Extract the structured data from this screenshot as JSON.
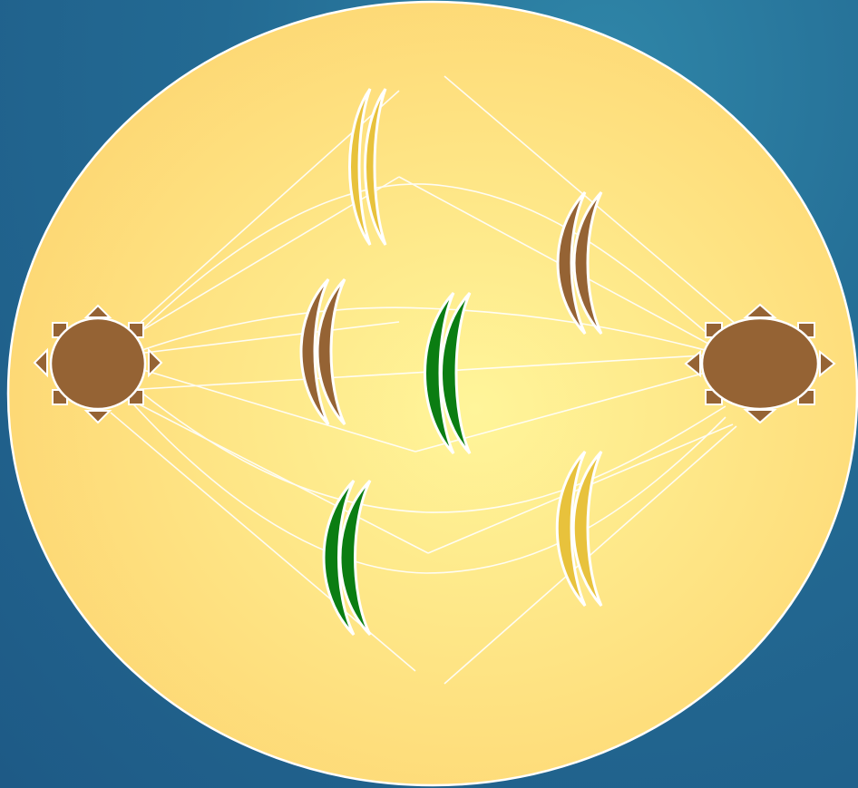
{
  "diagram": {
    "colors": {
      "background": "#236a93",
      "cell_fill_center": "#fff59a",
      "cell_fill_edge": "#fdd672",
      "cell_outline": "#ffffff",
      "centrosome": "#956334",
      "spindle_fiber": "#ffffff",
      "chromosome_yellow": "#e8c23c",
      "chromosome_brown": "#956334",
      "chromosome_green": "#0b7d12"
    },
    "centrosomes": [
      {
        "id": "left",
        "color": "brown"
      },
      {
        "id": "right",
        "color": "brown"
      }
    ],
    "chromosomes": [
      {
        "id": "top-yellow",
        "color": "yellow"
      },
      {
        "id": "upper-right-brown",
        "color": "brown"
      },
      {
        "id": "middle-left-brown",
        "color": "brown"
      },
      {
        "id": "center-green",
        "color": "green"
      },
      {
        "id": "lower-left-green",
        "color": "green"
      },
      {
        "id": "lower-right-yellow",
        "color": "yellow"
      }
    ]
  }
}
